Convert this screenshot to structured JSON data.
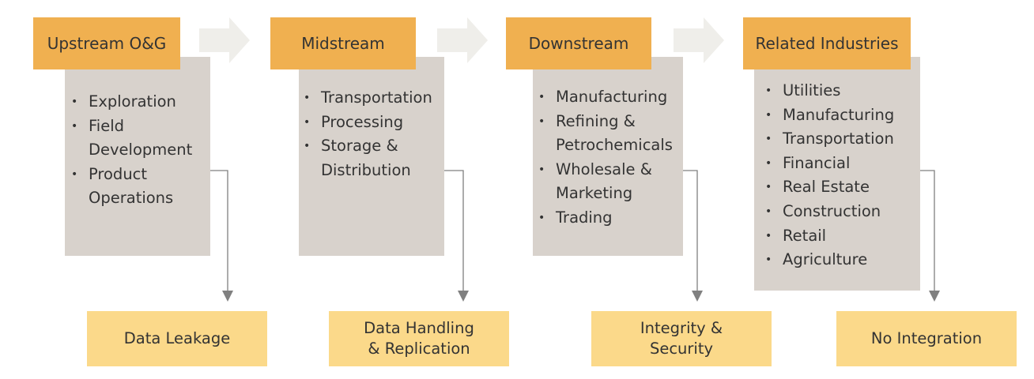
{
  "stages": [
    {
      "id": "upstream",
      "title": "Upstream O&G",
      "items": [
        "Exploration",
        "Field",
        "Development",
        "Product",
        "Operations"
      ],
      "outcome": "Data Leakage"
    },
    {
      "id": "midstream",
      "title": "Midstream",
      "items": [
        "Transportation",
        "Processing",
        "Storage &",
        "Distribution"
      ],
      "outcome": "Data Handling\n& Replication"
    },
    {
      "id": "downstream",
      "title": "Downstream",
      "items": [
        "Manufacturing",
        "Refining &",
        "Petrochemicals",
        "Wholesale &",
        "Marketing",
        "Trading"
      ],
      "outcome": "Integrity &\nSecurity"
    },
    {
      "id": "related",
      "title": "Related Industries",
      "items": [
        "Utilities",
        "Manufacturing",
        "Transportation",
        "Financial",
        "Real Estate",
        "Construction",
        "Retail",
        "Agriculture"
      ],
      "outcome": "No Integration"
    }
  ],
  "colors": {
    "header": "#f0b050",
    "panel": "#d8d2cc",
    "outcome": "#fbd98a",
    "flow_arrow": "#efeeea",
    "connector": "#808080",
    "text": "#333333"
  }
}
